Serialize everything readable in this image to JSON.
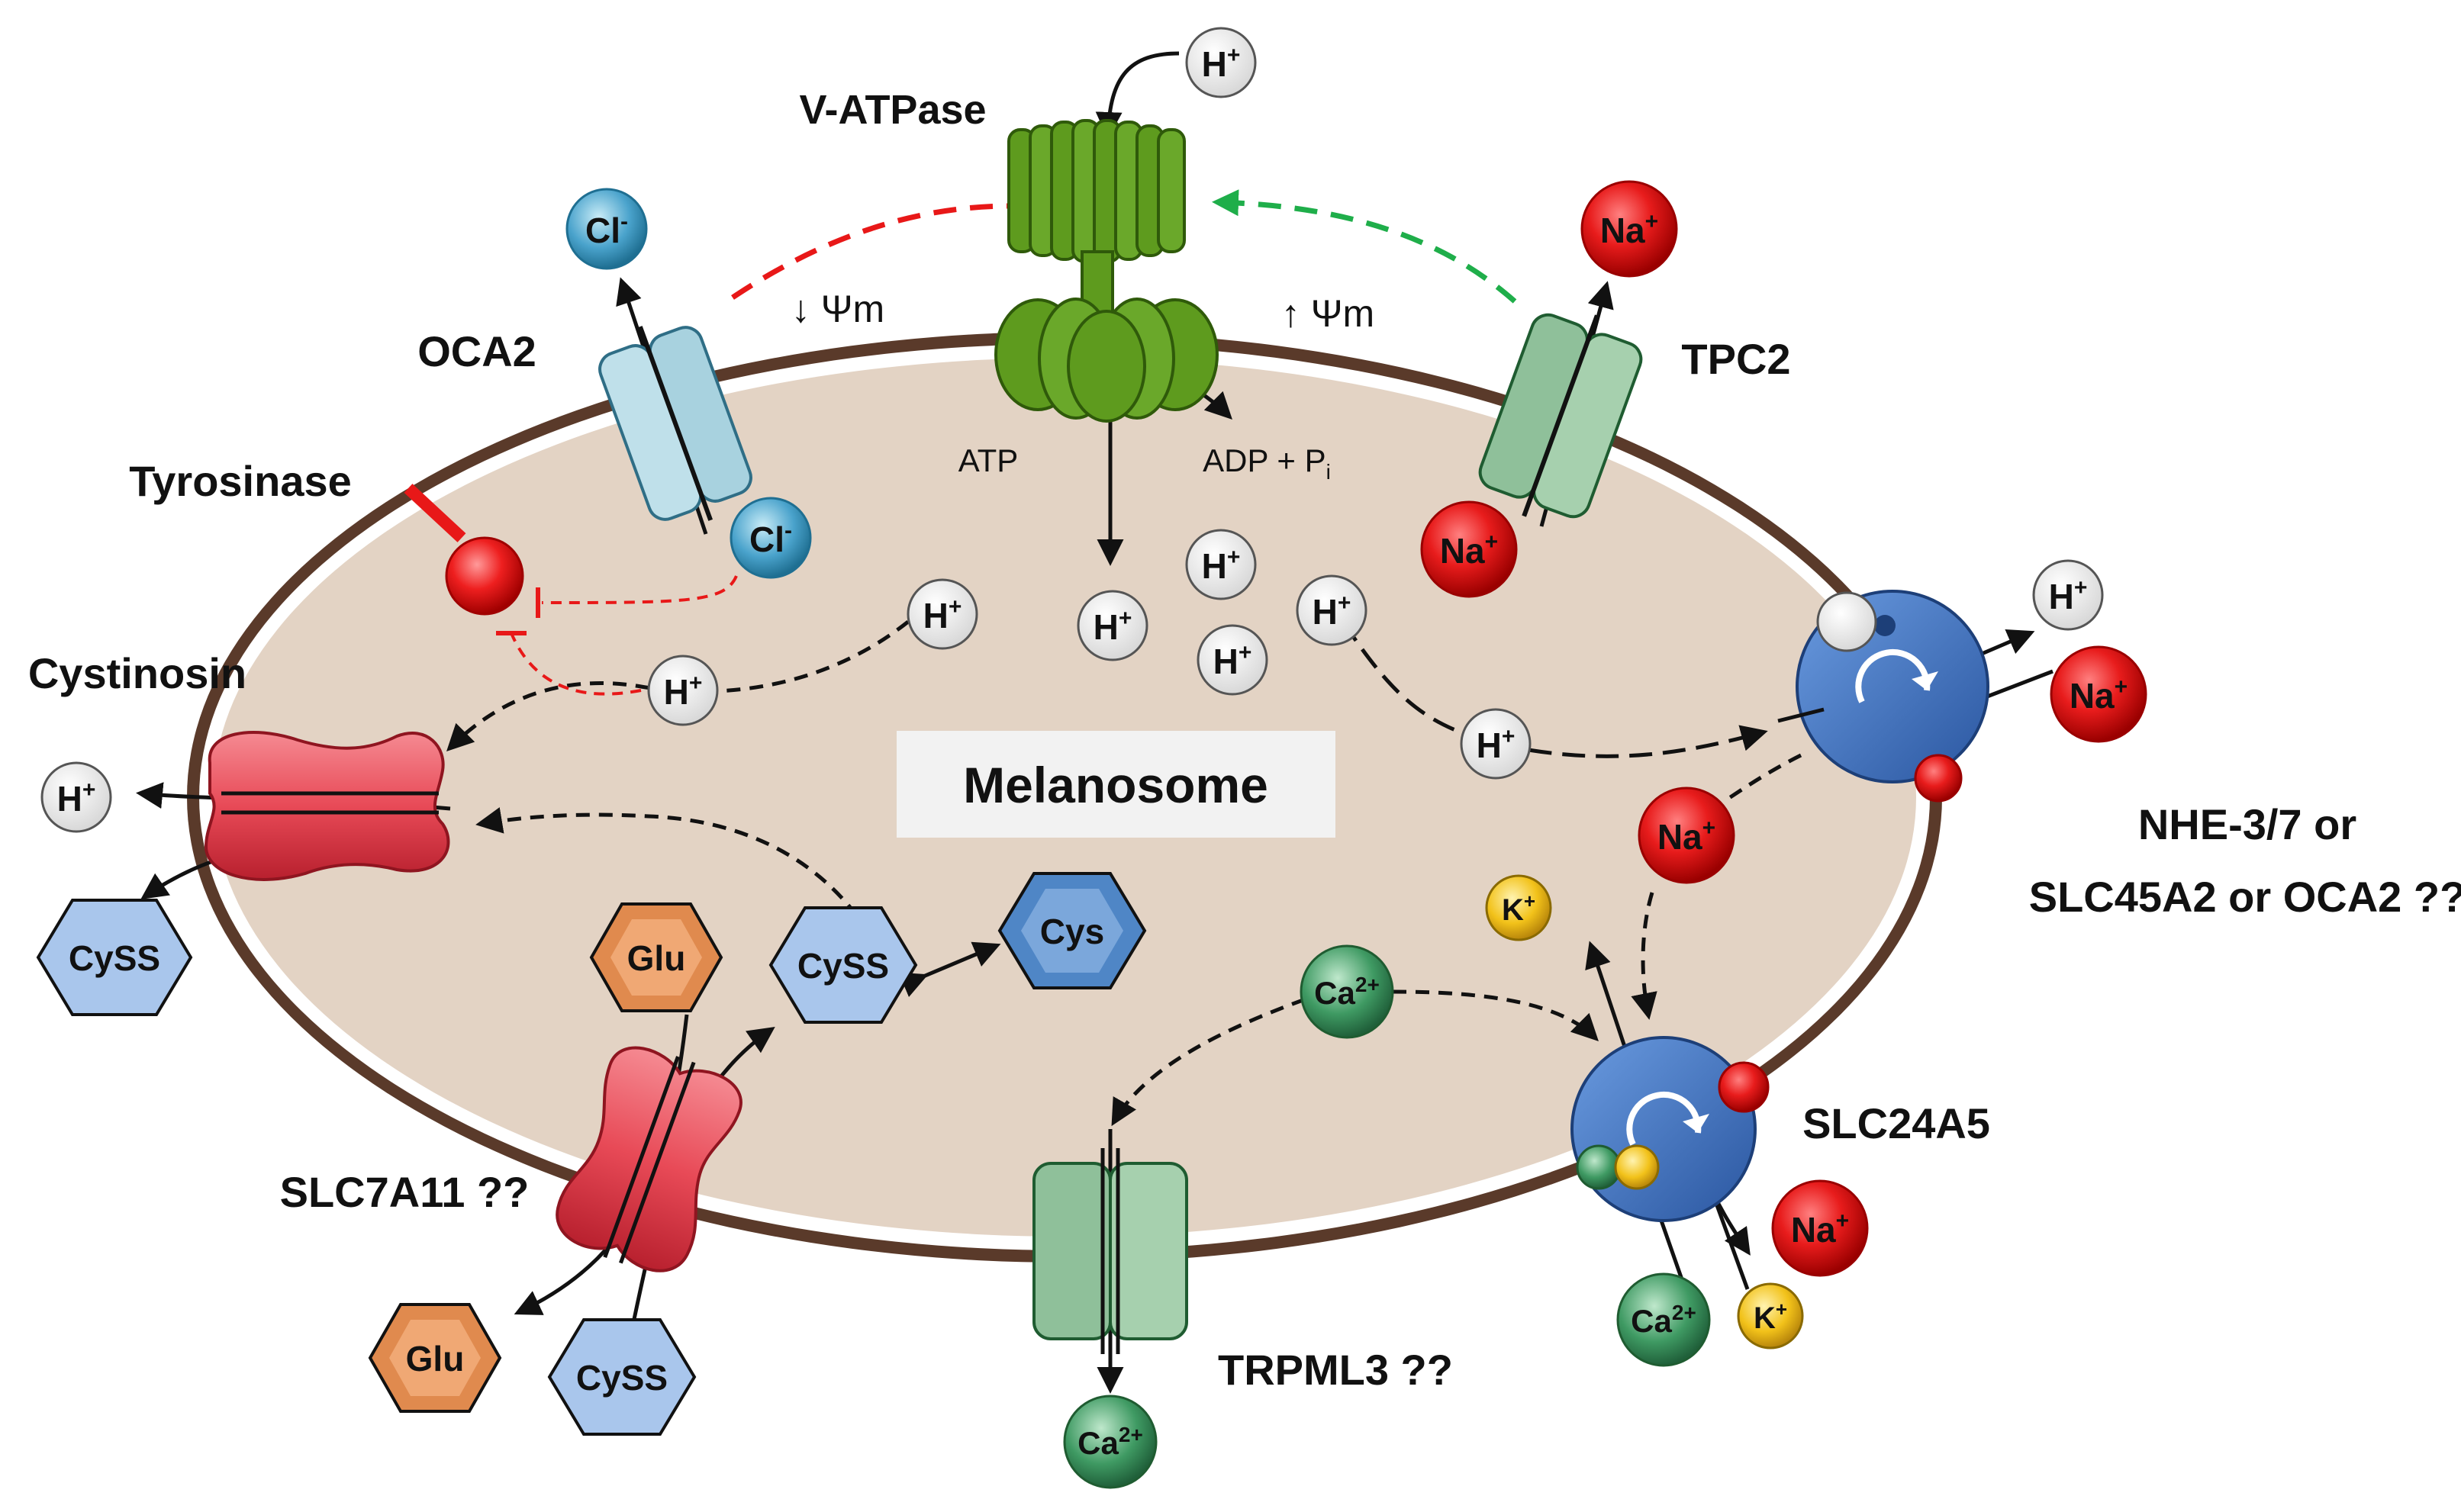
{
  "title": "Melanosome",
  "labels": {
    "vatpase": "V-ATPase",
    "oca2": "OCA2",
    "tpc2": "TPC2",
    "tyrosinase": "Tyrosinase",
    "cystinosin": "Cystinosin",
    "nhe_line1": "NHE-3/7 or",
    "nhe_line2": "SLC45A2 or OCA2 ??",
    "slc24a5": "SLC24A5",
    "slc7a11": "SLC7A11 ??",
    "trpml3": "TRPML3 ??",
    "psi_down": "↓ Ψm",
    "psi_up": "↑ Ψm",
    "atp": "ATP",
    "adp": "ADP + P",
    "adp_sub": "i"
  },
  "ions": {
    "h": "H",
    "h_sup": "+",
    "na": "Na",
    "na_sup": "+",
    "k": "K",
    "k_sup": "+",
    "cl": "Cl",
    "cl_sup": "-",
    "ca": "Ca",
    "ca_sup": "2+"
  },
  "molecules": {
    "cyss": "CySS",
    "cys": "Cys",
    "glu": "Glu"
  },
  "colors": {
    "membrane": "#5a3a2a",
    "lumen": "#e3d3c4",
    "title_box": "#f2f2f2",
    "proton": "#ffffff",
    "sodium": "#e01818",
    "potassium": "#f2c21a",
    "chloride": "#4aa3cc",
    "calcium": "#3f9a63",
    "cyss": "#a9c6ec",
    "cys": "#4f86c6",
    "glu": "#e08a4e",
    "oca2": "#bfe0ea",
    "channel_green": "#8fc09a",
    "vatpase": "#5e9b1e",
    "exchanger": "#3a6fc0",
    "cystinosin": "#e84a57",
    "tyrosinase": "#e81818",
    "inhibit": "#e81818",
    "activate": "#1fae4a"
  }
}
